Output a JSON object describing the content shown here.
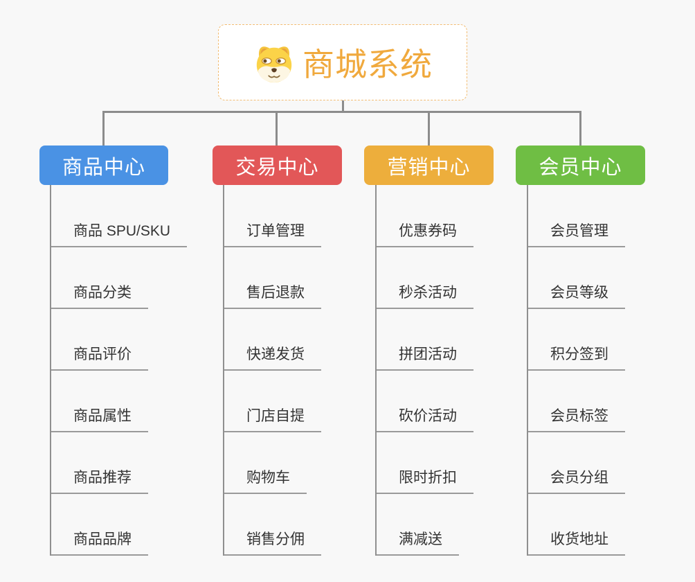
{
  "canvas": {
    "background": "#f8f8f8"
  },
  "root": {
    "title": "商城系统",
    "icon": "doge-face-icon",
    "title_color": "#F0A93D",
    "border_color": "#F2BC72"
  },
  "connectors": {
    "main_color": "#8C8C8C",
    "sub_color": "#9a9a9a"
  },
  "branches": [
    {
      "label": "商品中心",
      "color": "#4A92E4",
      "items": [
        "商品 SPU/SKU",
        "商品分类",
        "商品评价",
        "商品属性",
        "商品推荐",
        "商品品牌"
      ]
    },
    {
      "label": "交易中心",
      "color": "#E25758",
      "items": [
        "订单管理",
        "售后退款",
        "快递发货",
        "门店自提",
        "购物车",
        "销售分佣"
      ]
    },
    {
      "label": "营销中心",
      "color": "#EDAE3C",
      "items": [
        "优惠券码",
        "秒杀活动",
        "拼团活动",
        "砍价活动",
        "限时折扣",
        "满减送"
      ]
    },
    {
      "label": "会员中心",
      "color": "#6FBE44",
      "items": [
        "会员管理",
        "会员等级",
        "积分签到",
        "会员标签",
        "会员分组",
        "收货地址"
      ]
    }
  ]
}
